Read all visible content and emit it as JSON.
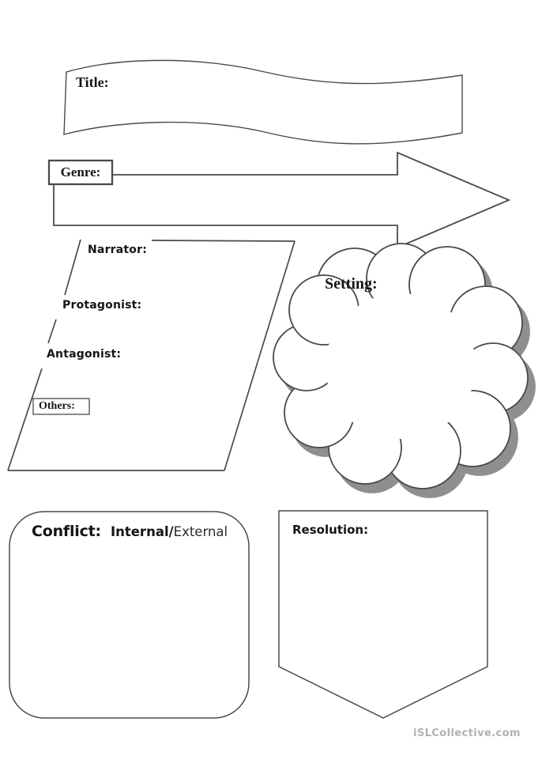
{
  "page": {
    "background_color": "#ffffff",
    "outline_color": "#4a4a4a",
    "text_color": "#151515",
    "shadow_color": "#8f8f8f"
  },
  "banner": {
    "title_label": "Title:"
  },
  "genre": {
    "label": "Genre:"
  },
  "characters": {
    "narrator_label": "Narrator:",
    "protagonist_label": "Protagonist:",
    "antagonist_label": "Antagonist:",
    "others_label": "Others:"
  },
  "setting": {
    "label": "Setting:"
  },
  "conflict": {
    "heading": "Conflict:",
    "internal_label": "Internal/",
    "external_label": "External"
  },
  "resolution": {
    "label": "Resolution:"
  },
  "footer": {
    "watermark": "iSLCollective.com",
    "watermark_color": "#b0b0b0"
  }
}
